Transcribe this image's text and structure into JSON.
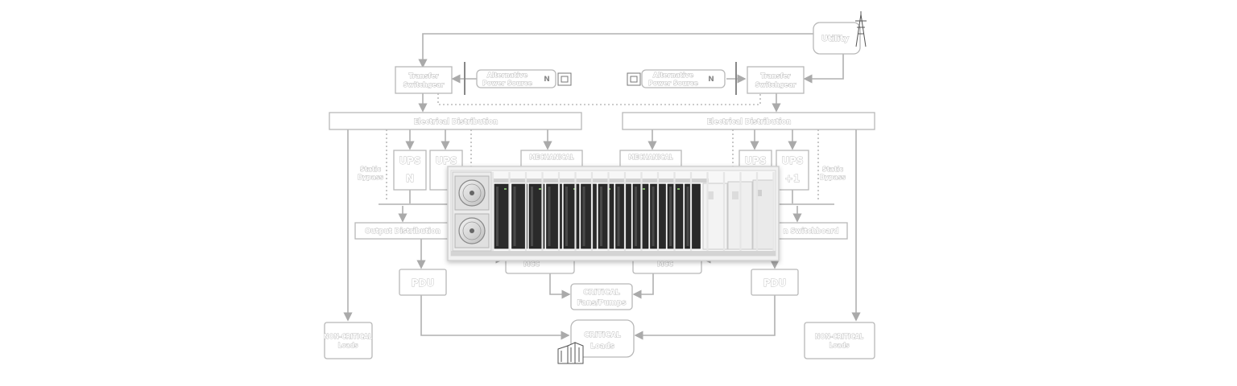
{
  "diagram": {
    "utility": "Utility",
    "transfer_switchgear_line1": "Transfer",
    "transfer_switchgear_line2": "Switchgear",
    "alt_power_line1": "Alternative",
    "alt_power_line2": "Power Source",
    "alt_power_tag": "N",
    "electrical_distribution": "Electrical Distribution",
    "ups": "UPS",
    "ups_n": "N",
    "ups_plus1": "+1",
    "static_bypass_line1": "Static",
    "static_bypass_line2": "Bypass",
    "mechanical": "MECHANICAL",
    "output_distribution": "Output Distribution",
    "switchboard_partial": "n Switchboard",
    "mcc": "MCC",
    "critical_fans_line1": "CRITICAL",
    "critical_fans_line2": "Fans/Pumps",
    "pdu": "PDU",
    "non_critical_line1": "NON-CRITICAL",
    "non_critical_line2": "Loads",
    "critical_loads_line1": "CRITICAL",
    "critical_loads_line2": "Loads"
  },
  "colors": {
    "diagram_line": "#b0b0b0",
    "container_frame": "#e6e6e6",
    "rack": "#2a2a2a"
  }
}
